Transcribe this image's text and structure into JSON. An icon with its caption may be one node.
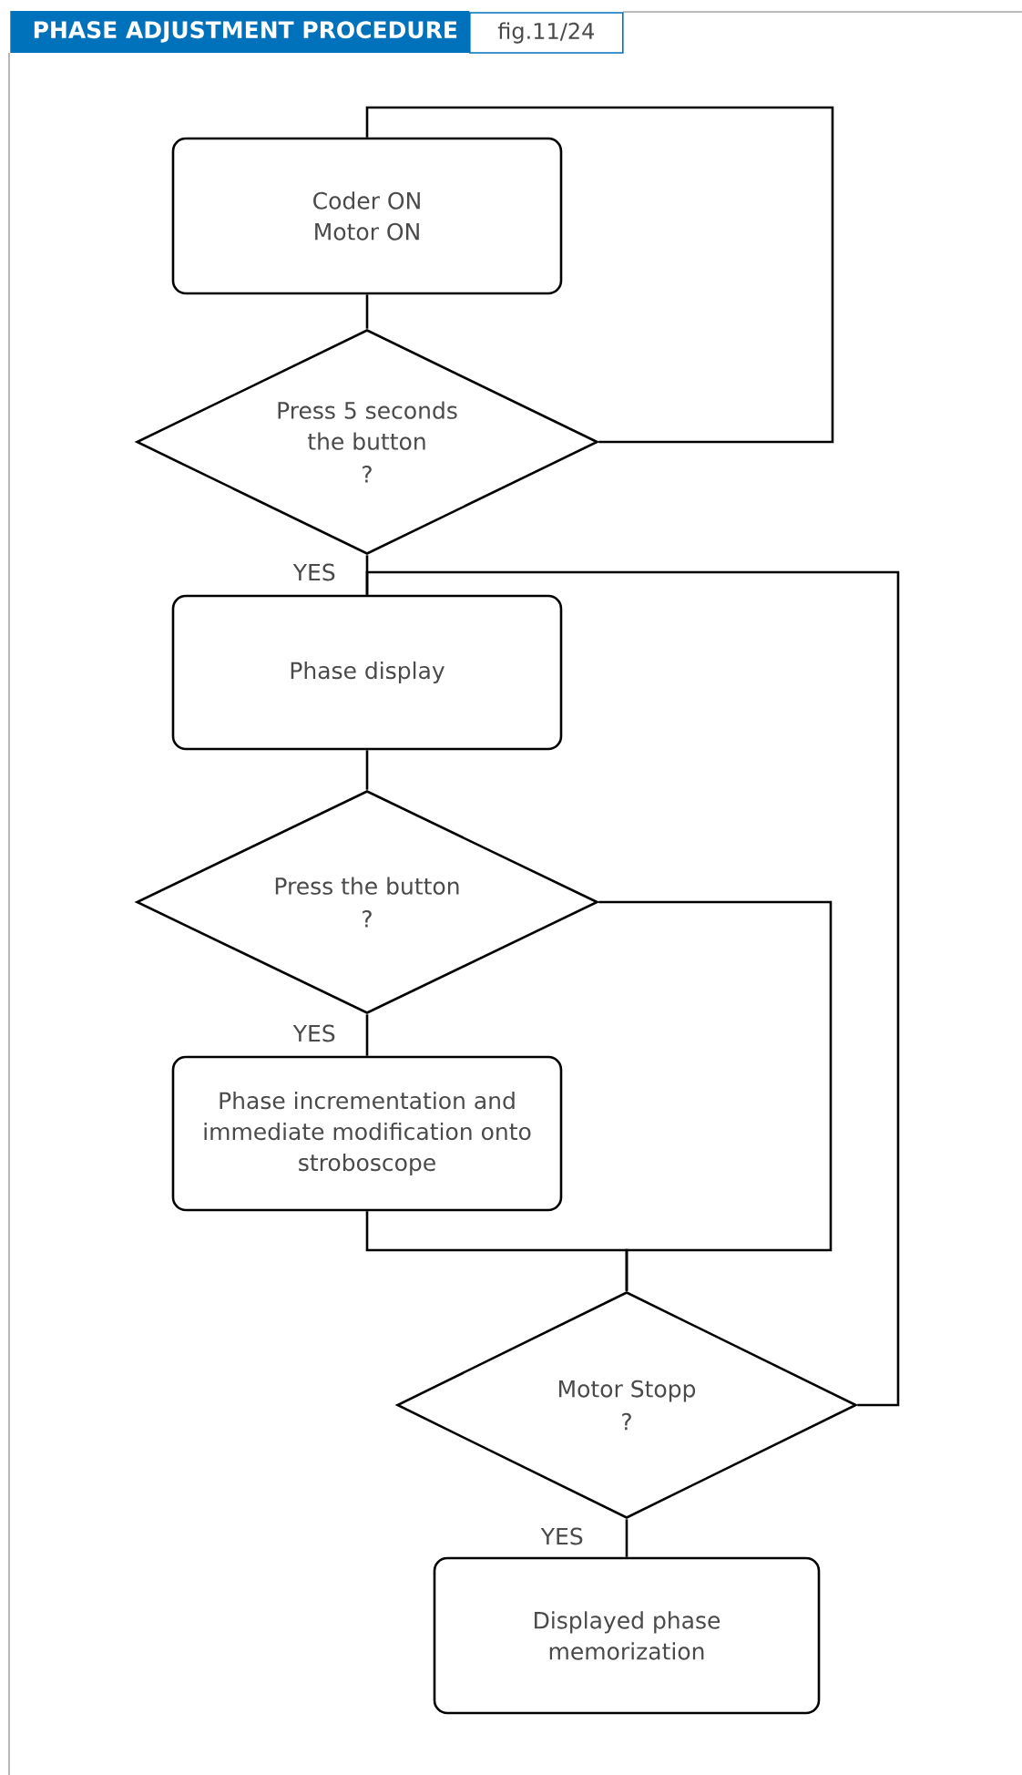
{
  "diagram": {
    "title": "PHASE ADJUSTMENT PROCEDURE",
    "nodes": [
      {
        "text": [
          "Coder ON Motor ON"
        ]
      },
      {
        "text": [
          "Press 5 seconds the button",
          "?"
        ]
      },
      {
        "text": [
          "Phase display"
        ]
      },
      {
        "text": [
          "Press the button",
          "?"
        ]
      },
      {
        "text": [
          "Phase incrementation and immediate modification onto stroboscope"
        ]
      },
      {
        "text": [
          "Motor Stopp",
          "?"
        ]
      },
      {
        "text": [
          "Displayed phase memorization"
        ]
      }
    ],
    "edges": [
      {
        "from": 0,
        "to": 1,
        "arrow": "none"
      },
      {
        "from": 1,
        "to": 0,
        "arrow": "none"
      },
      {
        "from": 1,
        "to": 2,
        "arrow": "none",
        "label": "YES"
      },
      {
        "from": 5,
        "to": 2,
        "arrow": "none"
      },
      {
        "from": 2,
        "to": 3,
        "arrow": "none"
      },
      {
        "from": 3,
        "to": 4,
        "arrow": "none",
        "label": "YES"
      },
      {
        "from": 4,
        "to": 5,
        "arrow": "none"
      },
      {
        "from": 3,
        "to": 5,
        "arrow": "none"
      },
      {
        "from": 5,
        "to": 6,
        "arrow": "none",
        "label": "YES"
      }
    ],
    "labels": [
      "fig.11/24"
    ]
  }
}
